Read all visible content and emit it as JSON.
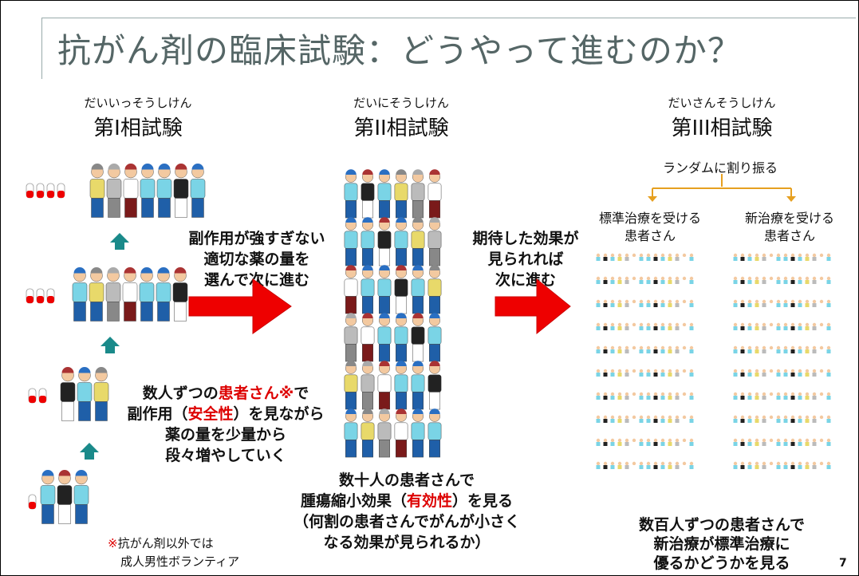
{
  "title": "抗がん剤の臨床試験：どうやって進むのか？",
  "phase1": {
    "ruby": "だいいっそうしけん",
    "label": "第I相試験"
  },
  "phase2": {
    "ruby": "だいにそうしけん",
    "label": "第II相試験"
  },
  "phase3": {
    "ruby": "だいさんそうしけん",
    "label": "第III相試験"
  },
  "random_label": "ランダムに割り振る",
  "group_standard": [
    "標準治療を受ける",
    "患者さん"
  ],
  "group_new": [
    "新治療を受ける",
    "患者さん"
  ],
  "arrow1_text": [
    "副作用が強すぎない",
    "適切な薬の量を",
    "選んで次に進む"
  ],
  "arrow2_text": [
    "期待した効果が",
    "見られれば",
    "次に進む"
  ],
  "phase1_desc": {
    "l1_a": "数人ずつの",
    "l1_b": "患者さん※",
    "l1_c": "で",
    "l2_a": "副作用（",
    "l2_b": "安全性",
    "l2_c": "）を見ながら",
    "l3": "薬の量を少量から",
    "l4": "段々増やしていく"
  },
  "phase2_desc": {
    "l1": "数十人の患者さんで",
    "l2_a": "腫瘍縮小効果（",
    "l2_b": "有効性",
    "l2_c": "）を見る",
    "l3": "（何割の患者さんでがんが小さく",
    "l4": "なる効果が見られるか）"
  },
  "phase3_desc": [
    "数百人ずつの患者さんで",
    "新治療が標準治療に",
    "優るかどうかを見る"
  ],
  "footnote": {
    "mark": "※",
    "l1": "抗がん剤以外では",
    "l2": "成人男性ボランティア"
  },
  "page_number": "7",
  "colors": {
    "arrow_red": "#ee0000",
    "teal_arrow": "#1a8a8a",
    "orange": "#e6a020",
    "highlight_red": "#d00000"
  }
}
